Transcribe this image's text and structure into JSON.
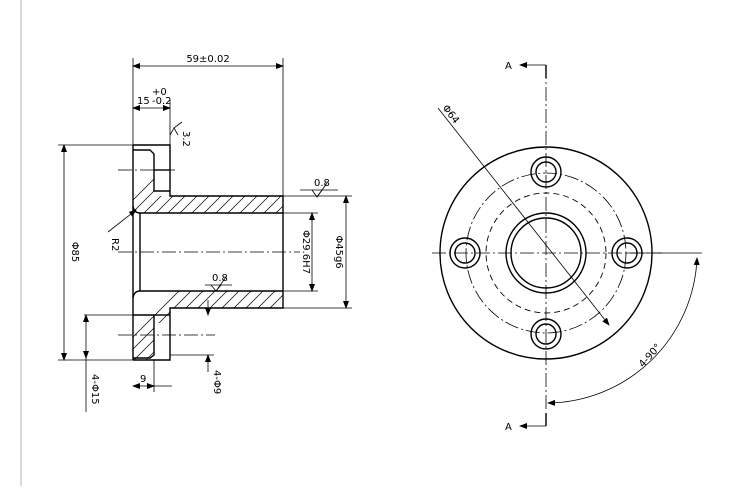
{
  "drawing": {
    "dims": {
      "overall_length": "59±0.02",
      "flange_thickness_base": "15",
      "flange_tol_upper": "+0",
      "flange_tol_lower": "-0.2",
      "flange_dia": "Φ85",
      "bore": "Φ29.6H7",
      "hub_dia": "Φ45g6",
      "fillet": "R2",
      "cbore_depth": "9",
      "holes": "4-Φ9",
      "cbores": "4-Φ15",
      "bolt_circle": "Φ64",
      "angle": "4-90°"
    },
    "surface": {
      "top": "3.2",
      "hub": "0.8",
      "bore": "0.8"
    },
    "section": {
      "a_top": "A",
      "a_bottom": "A"
    }
  }
}
